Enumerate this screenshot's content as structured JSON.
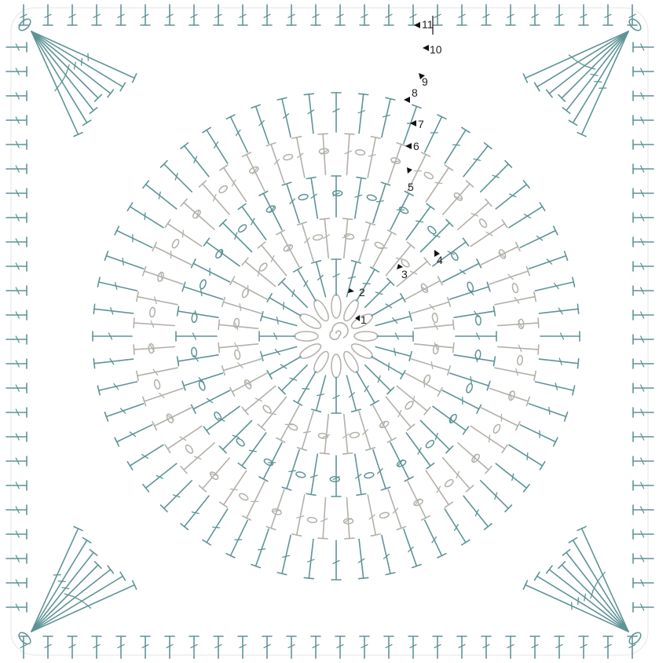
{
  "diagram": {
    "type": "crochet-chart-square",
    "colors": {
      "teal_rounds": "#5f9496",
      "grey_rounds": "#b3b0aa",
      "labels": "#222222",
      "background": "#ffffff"
    },
    "round_labels": [
      "1",
      "2",
      "3",
      "4",
      "5",
      "6",
      "7",
      "8",
      "9",
      "10",
      "11"
    ],
    "symbols": [
      "chain-oval",
      "single-crochet-cross",
      "double-crochet-t",
      "cluster",
      "slip-stitch-dot",
      "magic-ring-spiral"
    ]
  }
}
